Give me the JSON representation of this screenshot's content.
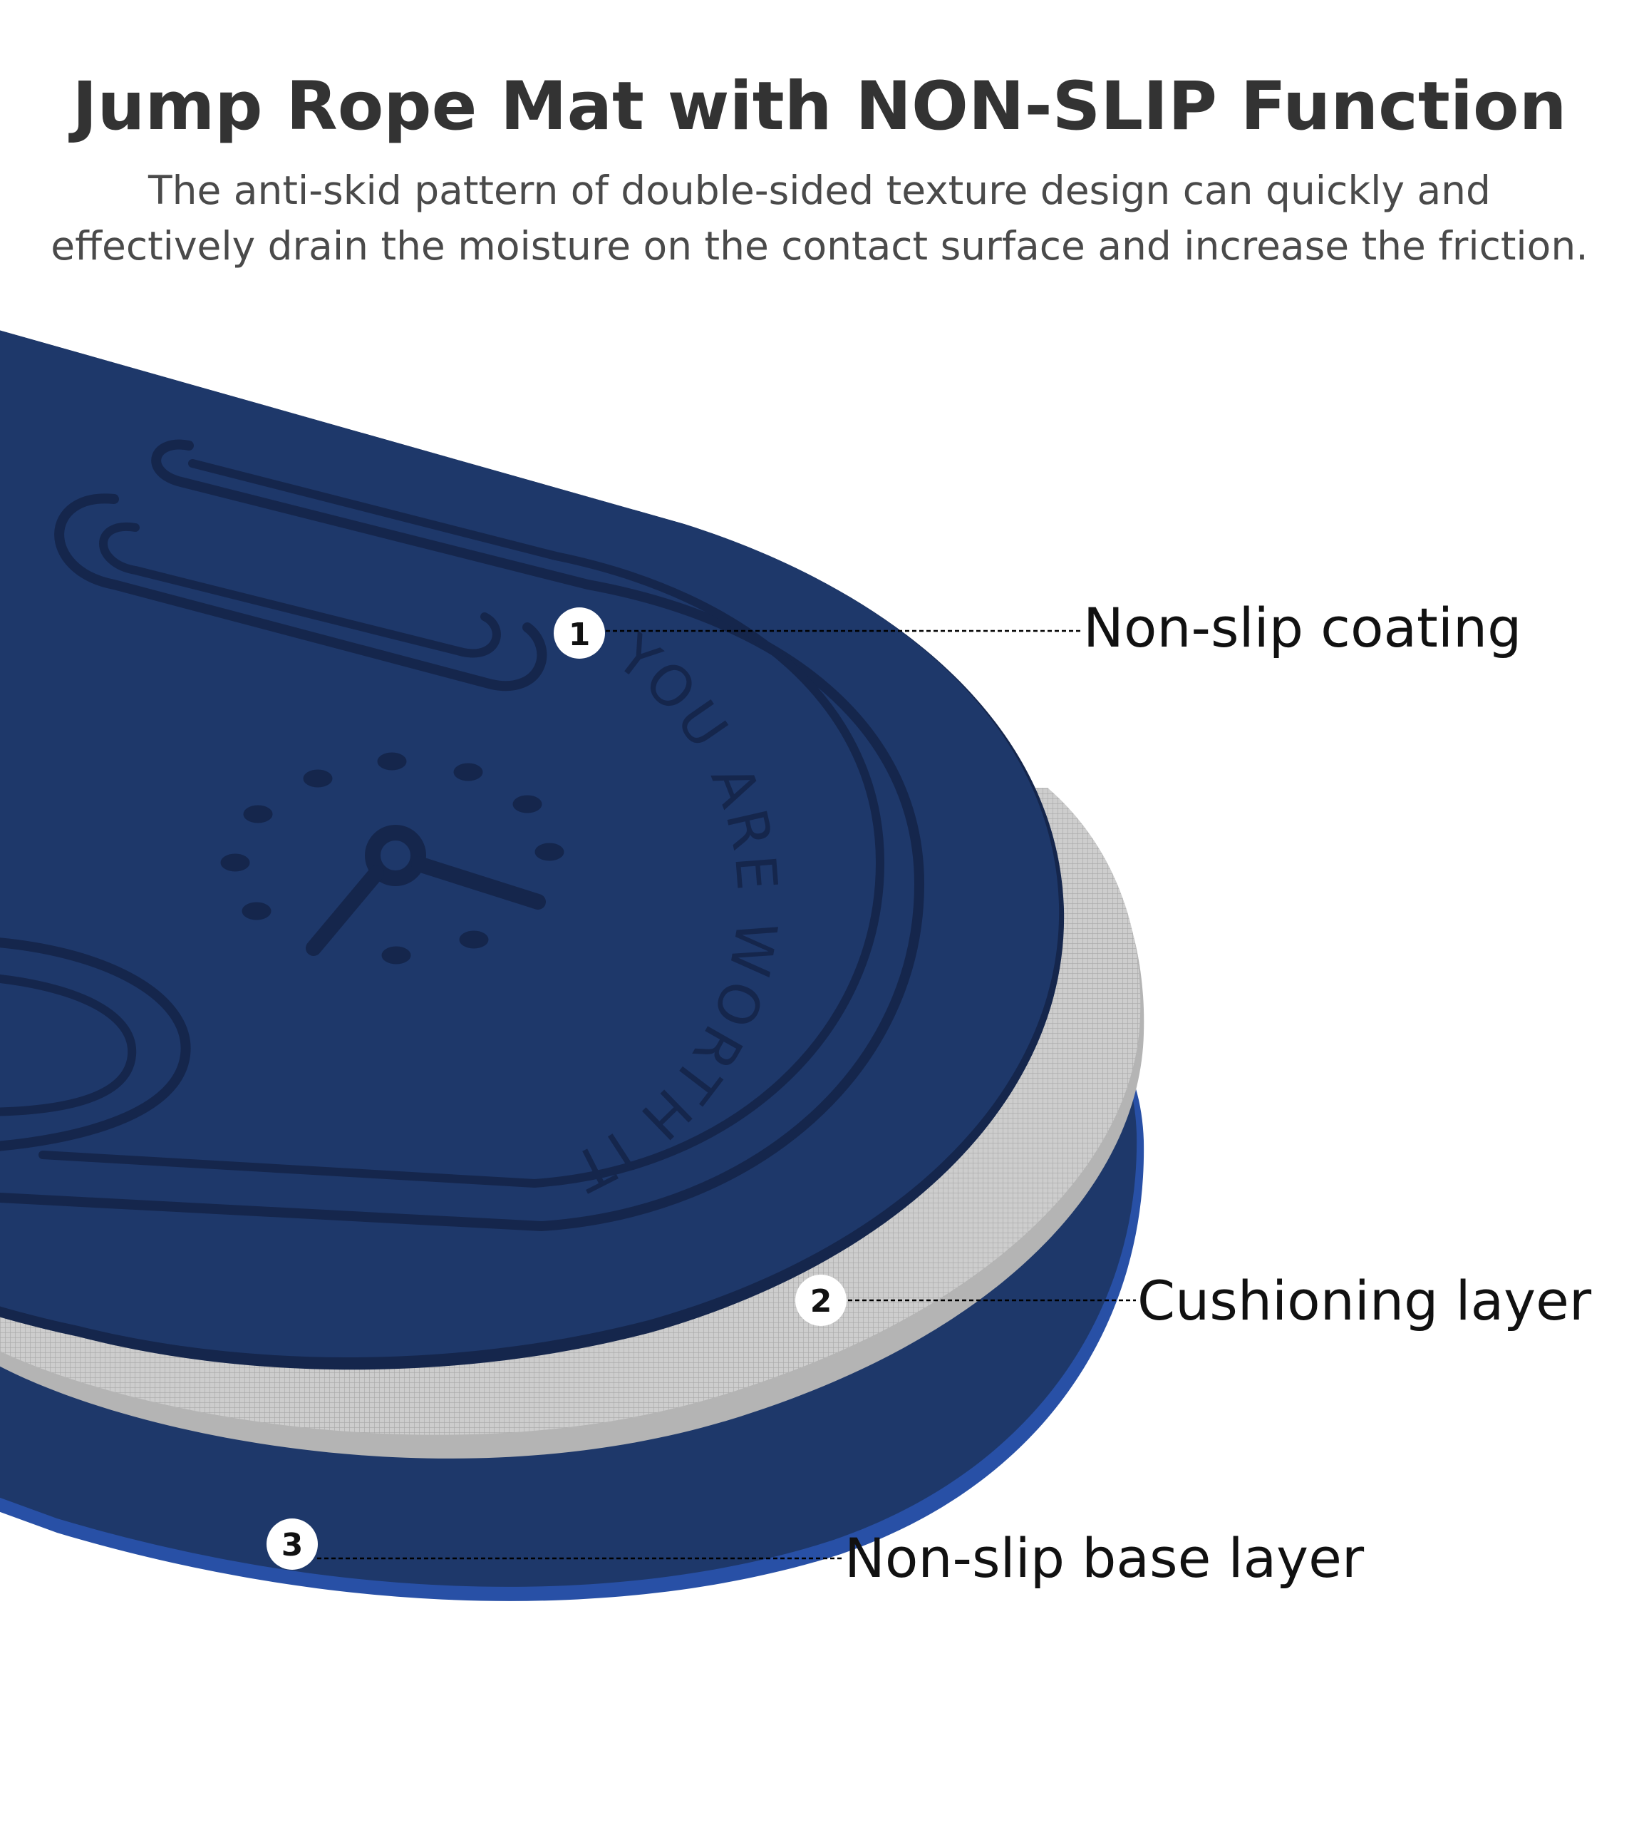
{
  "header": {
    "title": "Jump Rope Mat with NON-SLIP Function",
    "subtitle_lines": [
      "The anti-skid pattern of double-sided texture design can quickly and",
      "effectively drain the moisture on the contact surface and increase the friction."
    ]
  },
  "mat": {
    "imprint_text": "YOU ARE WORTH IT",
    "colors": {
      "top_layer": "#1e386a",
      "emboss": "#15264c",
      "cushion": "#c9c9c9",
      "cushion_edge": "#b4b4b4",
      "base_layer": "#1e386a",
      "base_edge": "#2850a6"
    }
  },
  "callouts": [
    {
      "number": "1",
      "label": "Non-slip coating"
    },
    {
      "number": "2",
      "label": "Cushioning layer"
    },
    {
      "number": "3",
      "label": "Non-slip base layer"
    }
  ]
}
